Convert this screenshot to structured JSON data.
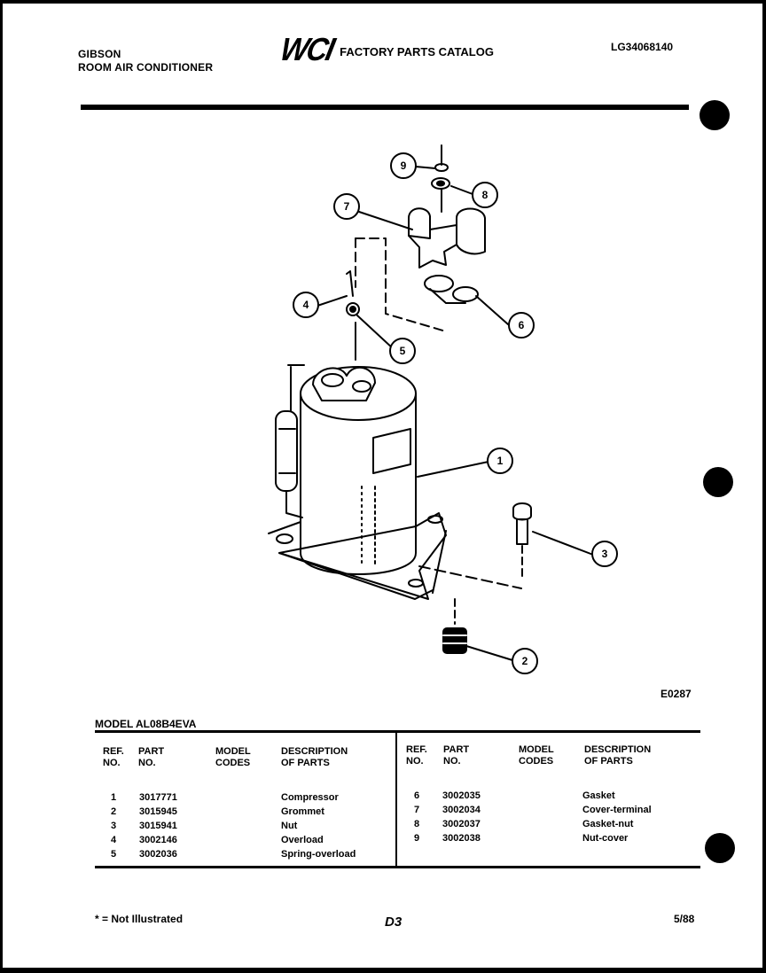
{
  "header": {
    "brand": "GIBSON",
    "product": "ROOM AIR CONDITIONER",
    "logo": "WCI",
    "catalog_title": "FACTORY PARTS CATALOG",
    "catalog_code": "LG34068140"
  },
  "figure": {
    "code": "E0287",
    "callouts": [
      "9",
      "8",
      "7",
      "4",
      "6",
      "5",
      "1",
      "3",
      "2"
    ]
  },
  "table": {
    "model": "MODEL AL08B4EVA",
    "headers": {
      "ref": "REF.\nNO.",
      "part": "PART\nNO.",
      "model_codes": "MODEL\nCODES",
      "description": "DESCRIPTION\nOF PARTS"
    },
    "left_rows": [
      {
        "ref": "1",
        "part": "3017771",
        "codes": "",
        "desc": "Compressor"
      },
      {
        "ref": "2",
        "part": "3015945",
        "codes": "",
        "desc": "Grommet"
      },
      {
        "ref": "3",
        "part": "3015941",
        "codes": "",
        "desc": "Nut"
      },
      {
        "ref": "4",
        "part": "3002146",
        "codes": "",
        "desc": "Overload"
      },
      {
        "ref": "5",
        "part": "3002036",
        "codes": "",
        "desc": "Spring-overload"
      }
    ],
    "right_rows": [
      {
        "ref": "6",
        "part": "3002035",
        "codes": "",
        "desc": "Gasket"
      },
      {
        "ref": "7",
        "part": "3002034",
        "codes": "",
        "desc": "Cover-terminal"
      },
      {
        "ref": "8",
        "part": "3002037",
        "codes": "",
        "desc": "Gasket-nut"
      },
      {
        "ref": "9",
        "part": "3002038",
        "codes": "",
        "desc": "Nut-cover"
      }
    ]
  },
  "footer": {
    "note": "* = Not Illustrated",
    "page": "D3",
    "date": "5/88"
  }
}
